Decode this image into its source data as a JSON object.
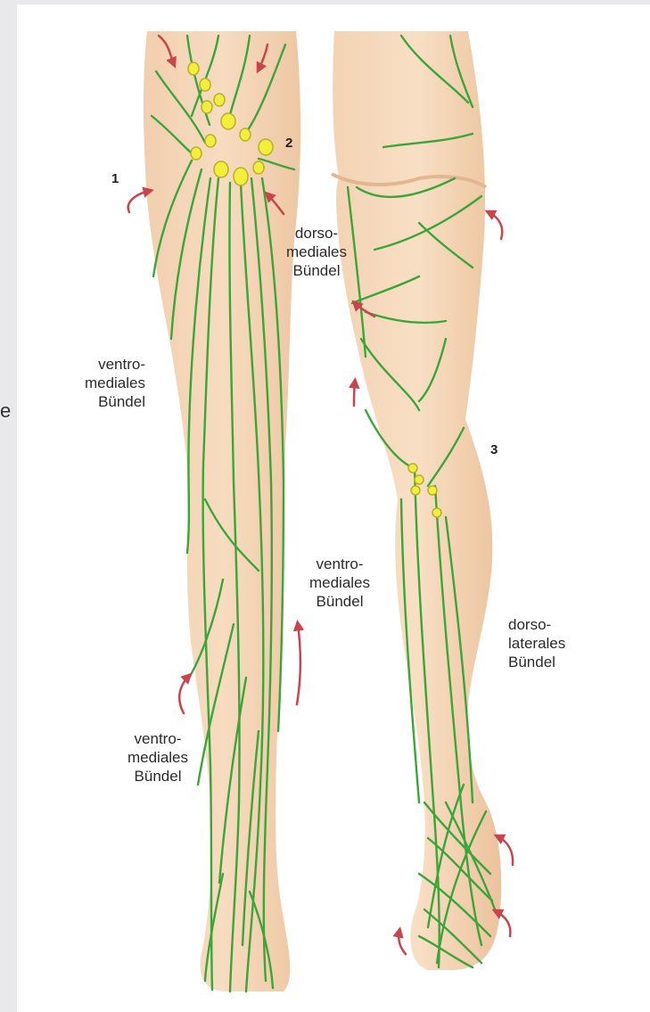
{
  "edge_glyph": "e",
  "colors": {
    "skin": "#f4d6b6",
    "skin_shadow": "#e9bf98",
    "vessel": "#3aa63a",
    "node_fill": "#f3ee3a",
    "node_stroke": "#b6b02a",
    "arrow": "#c9454b"
  },
  "markers": {
    "one": "1",
    "two": "2",
    "three": "3"
  },
  "labels": {
    "dorsomedial": [
      "dorso-",
      "mediales",
      "Bündel"
    ],
    "ventromedial_thigh": [
      "ventro-",
      "mediales",
      "Bündel"
    ],
    "ventromedial_calf": [
      "ventro-",
      "mediales",
      "Bündel"
    ],
    "ventromedial_low": [
      "ventro-",
      "mediales",
      "Bündel"
    ],
    "dorsolateral": [
      "dorso-",
      "laterales",
      "Bündel"
    ]
  }
}
